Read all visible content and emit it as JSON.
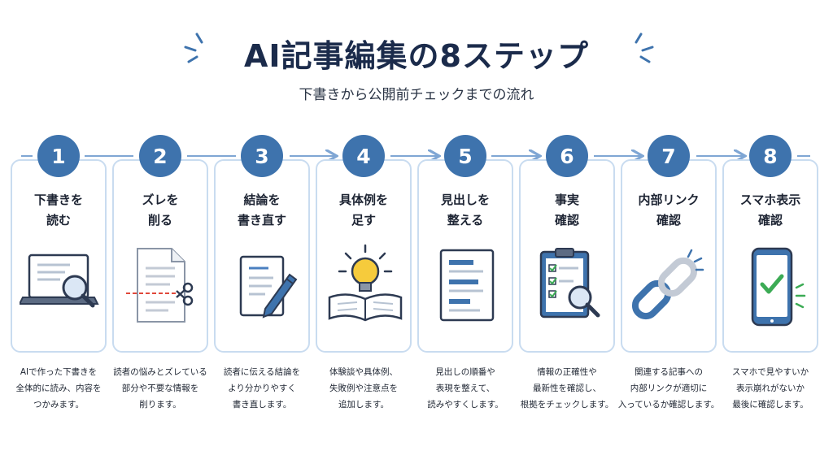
{
  "header": {
    "title": "AI記事編集の8ステップ",
    "subtitle": "下書きから公開前チェックまでの流れ"
  },
  "colors": {
    "primary": "#3e73ad",
    "card_border": "#c9dcf0",
    "connector": "#7fa6d4",
    "accent_red": "#e0483a",
    "accent_green": "#3cab55",
    "accent_yellow": "#f6cb3c"
  },
  "steps": [
    {
      "number": "1",
      "title": [
        "下書きを",
        "読む"
      ],
      "icon": "laptop-magnifier-icon",
      "desc": [
        "AIで作った下書きを",
        "全体的に読み、内容を",
        "つかみます。"
      ]
    },
    {
      "number": "2",
      "title": [
        "ズレを",
        "削る"
      ],
      "icon": "document-scissors-icon",
      "desc": [
        "読者の悩みとズレている",
        "部分や不要な情報を",
        "削ります。"
      ]
    },
    {
      "number": "3",
      "title": [
        "結論を",
        "書き直す"
      ],
      "icon": "document-pencil-icon",
      "desc": [
        "読者に伝える結論を",
        "より分かりやすく",
        "書き直します。"
      ]
    },
    {
      "number": "4",
      "title": [
        "具体例を",
        "足す"
      ],
      "icon": "lightbulb-book-icon",
      "desc": [
        "体験談や具体例、",
        "失敗例や注意点を",
        "追加します。"
      ]
    },
    {
      "number": "5",
      "title": [
        "見出しを",
        "整える"
      ],
      "icon": "outline-document-icon",
      "desc": [
        "見出しの順番や",
        "表現を整えて、",
        "読みやすくします。"
      ]
    },
    {
      "number": "6",
      "title": [
        "事実",
        "確認"
      ],
      "icon": "clipboard-magnifier-icon",
      "desc": [
        "情報の正確性や",
        "最新性を確認し、",
        "根拠をチェックします。"
      ]
    },
    {
      "number": "7",
      "title": [
        "内部リンク",
        "確認"
      ],
      "icon": "chain-link-icon",
      "desc": [
        "関連する記事への",
        "内部リンクが適切に",
        "入っているか確認します。"
      ]
    },
    {
      "number": "8",
      "title": [
        "スマホ表示",
        "確認"
      ],
      "icon": "smartphone-check-icon",
      "desc": [
        "スマホで見やすいか",
        "表示崩れがないか",
        "最後に確認します。"
      ]
    }
  ]
}
